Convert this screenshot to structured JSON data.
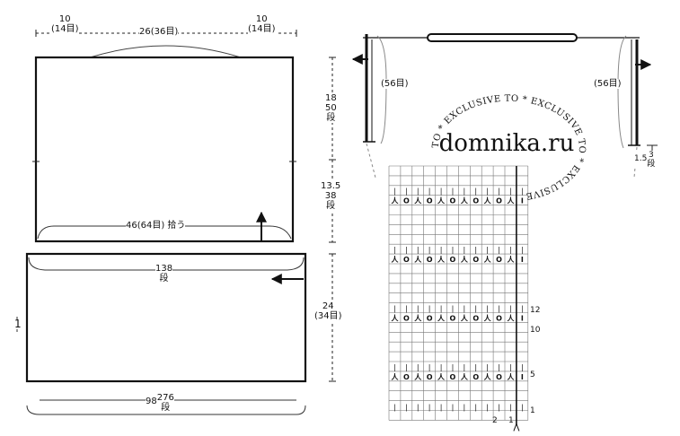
{
  "back_piece": {
    "top_widths": {
      "left": {
        "cm": "10",
        "sts": "(14目)"
      },
      "center": "26(36目)",
      "right": {
        "cm": "10",
        "sts": "(14目)"
      }
    },
    "upper_height": {
      "cm": "18",
      "rows": "50",
      "unit": "段"
    },
    "middle_height": {
      "cm": "13.5",
      "rows": "38",
      "unit": "段"
    },
    "pickup_label": "46(64目) 拾う"
  },
  "bottom_panel": {
    "rows_label": {
      "rows": "138",
      "unit": "段"
    },
    "side_label": {
      "cm": "24",
      "sts": "(34目)"
    },
    "bottom_label": {
      "cm": "98",
      "rows": "276",
      "unit": "段"
    }
  },
  "collar": {
    "left_sts": "(56目)",
    "right_sts": "(56目)",
    "side_height": {
      "cm": "1.5",
      "rows": "3",
      "unit": "段"
    }
  },
  "watermark": {
    "site": "domnika.ru",
    "ring_text": "TO * EXCLUSIVE TO * EXCLUSIVE TO * EXCLUSIVE"
  },
  "chart": {
    "pattern_row_symbols": [
      "人",
      "O",
      "人",
      "O",
      "人",
      "O",
      "人",
      "O",
      "人",
      "O",
      "人",
      "I"
    ],
    "row_numbers": [
      "12",
      "10",
      "5",
      "1"
    ],
    "col_numbers": [
      "2",
      "1"
    ]
  },
  "stray_mark": "1"
}
